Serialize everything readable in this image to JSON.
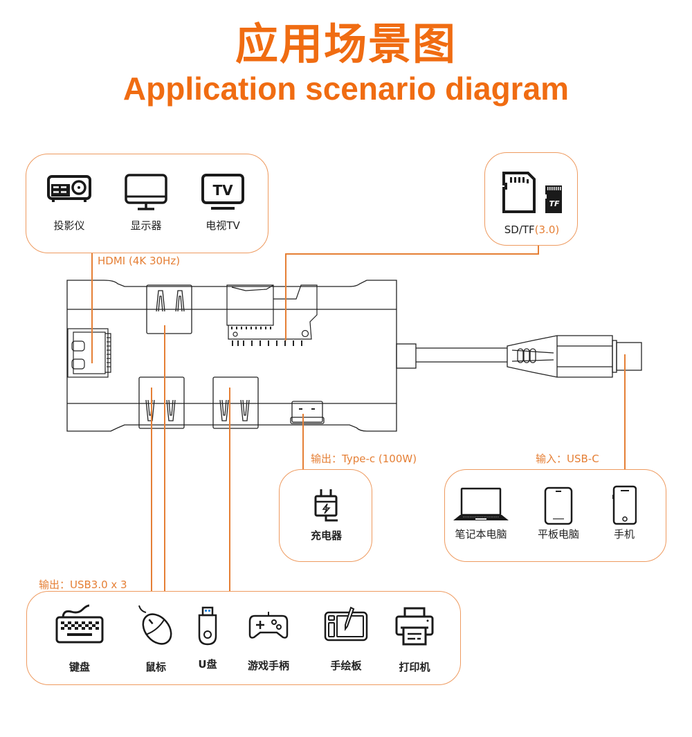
{
  "header": {
    "title_cn": "应用场景图",
    "title_en": "Application scenario diagram"
  },
  "colors": {
    "accent": "#f06c12",
    "line": "#e57f35",
    "box_border": "#ee9a5f",
    "icon": "#1a1a1a"
  },
  "hdmi_group": {
    "port_label": "HDMI (4K 30Hz)",
    "items": [
      {
        "label": "投影仪",
        "icon": "projector-icon"
      },
      {
        "label": "显示器",
        "icon": "monitor-icon"
      },
      {
        "label": "电视TV",
        "icon": "tv-icon"
      }
    ],
    "tv_icon_text": "TV"
  },
  "card_group": {
    "label_main": "SD/TF",
    "label_suffix": "(3.0)",
    "tf_icon_text": "TF",
    "icons": [
      "sd-card-icon",
      "tf-card-icon"
    ]
  },
  "charger_group": {
    "port_label": "输出：Type-c (100W)",
    "items": [
      {
        "label": "充电器",
        "icon": "charger-icon"
      }
    ]
  },
  "input_group": {
    "port_label": "输入：USB-C",
    "items": [
      {
        "label": "笔记本电脑",
        "icon": "laptop-icon"
      },
      {
        "label": "平板电脑",
        "icon": "tablet-icon"
      },
      {
        "label": "手机",
        "icon": "phone-icon"
      }
    ]
  },
  "usb_group": {
    "port_label": "输出：USB3.0 x 3",
    "items": [
      {
        "label": "键盘",
        "icon": "keyboard-icon"
      },
      {
        "label": "鼠标",
        "icon": "mouse-icon"
      },
      {
        "label": "U盘",
        "icon": "usb-drive-icon"
      },
      {
        "label": "游戏手柄",
        "icon": "gamepad-icon"
      },
      {
        "label": "手绘板",
        "icon": "drawing-tablet-icon"
      },
      {
        "label": "打印机",
        "icon": "printer-icon"
      }
    ]
  }
}
